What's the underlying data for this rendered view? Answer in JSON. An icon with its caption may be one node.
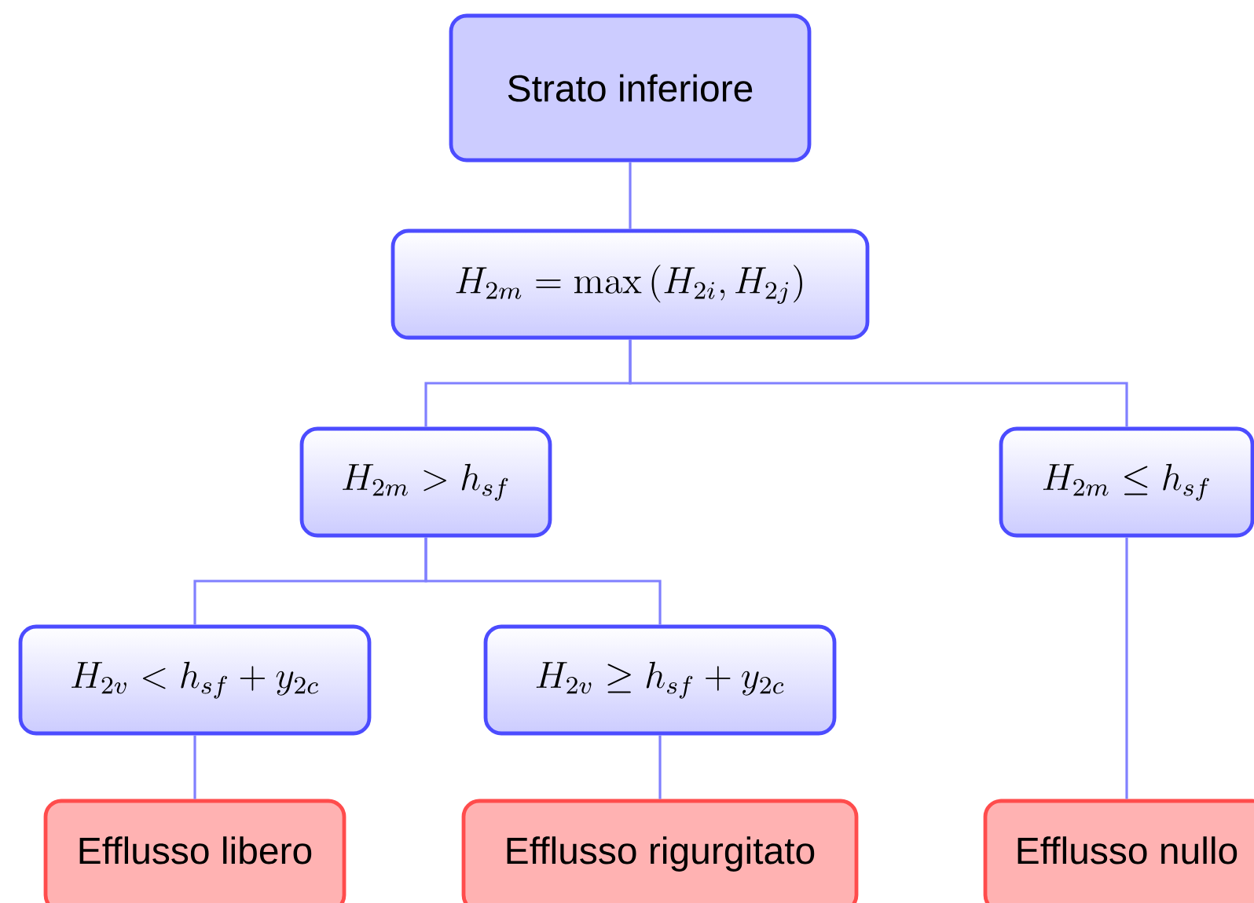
{
  "diagram": {
    "nodes": [
      {
        "text": [
          "Strato inferiore"
        ]
      },
      {
        "text": [
          "H_{2m} = \\max\\left(H_{2i}, H_{2j}\\right)"
        ]
      },
      {
        "text": [
          "H_{2m} > h_{sf}"
        ]
      },
      {
        "text": [
          "H_{2m} \\le h_{sf}"
        ]
      },
      {
        "text": [
          "H_{2v} < h_{sf} + y_{2c}"
        ]
      },
      {
        "text": [
          "H_{2v} \\ge h_{sf} + y_{2c}"
        ]
      },
      {
        "text": [
          "Efflusso libero"
        ]
      },
      {
        "text": [
          "Efflusso rigurgitato"
        ]
      },
      {
        "text": [
          "Efflusso nullo"
        ]
      }
    ],
    "edges": [
      {
        "from": 0,
        "to": 1,
        "arrow": "none"
      },
      {
        "from": 1,
        "to": 2,
        "arrow": "none"
      },
      {
        "from": 1,
        "to": 3,
        "arrow": "none"
      },
      {
        "from": 2,
        "to": 4,
        "arrow": "none"
      },
      {
        "from": 2,
        "to": 5,
        "arrow": "none"
      },
      {
        "from": 3,
        "to": 8,
        "arrow": "none"
      },
      {
        "from": 4,
        "to": 6,
        "arrow": "none"
      },
      {
        "from": 5,
        "to": 7,
        "arrow": "none"
      }
    ]
  }
}
